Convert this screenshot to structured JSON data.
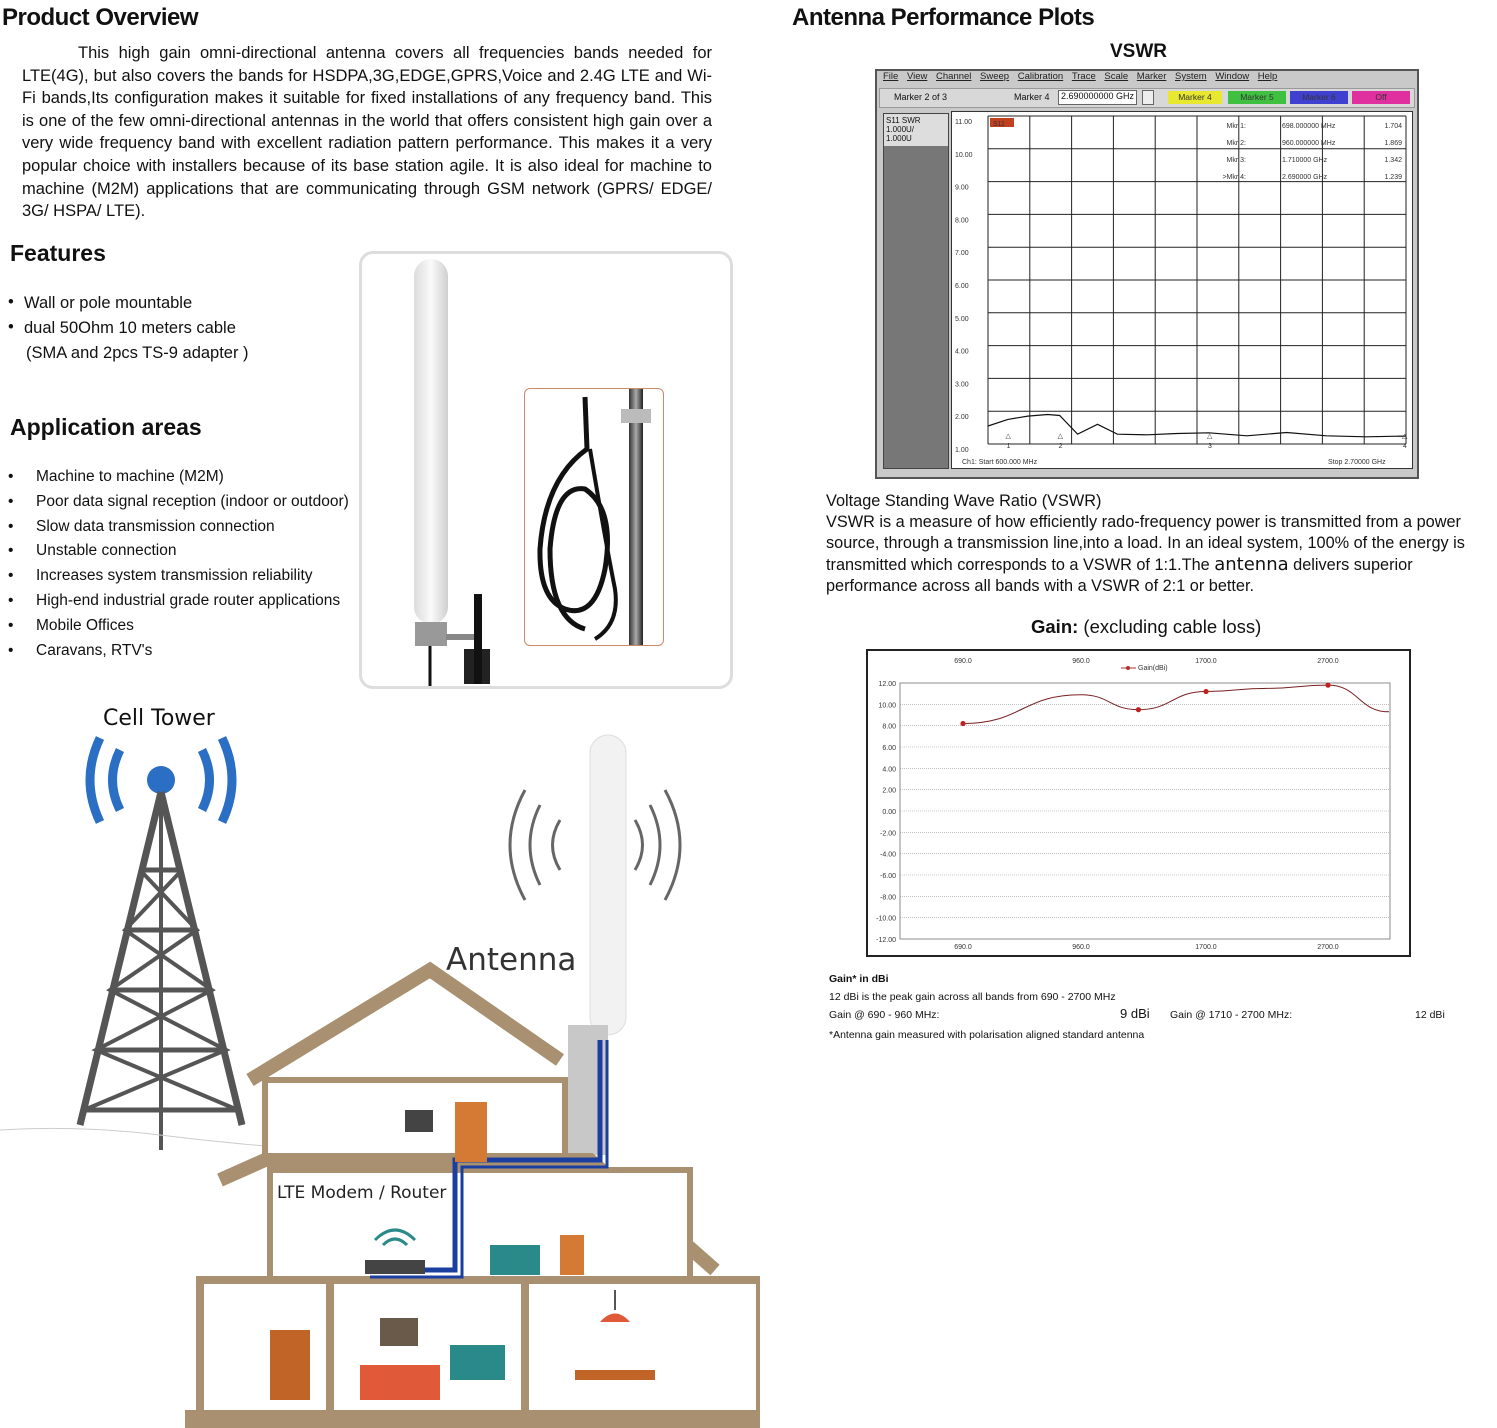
{
  "left": {
    "title": "Product Overview",
    "overview": "This high gain omni-directional antenna covers all  frequencies bands needed for LTE(4G), but also covers the bands for HSDPA,3G,EDGE,GPRS,Voice and 2.4G LTE and Wi-Fi bands,Its configuration makes it suitable for fixed installations of any frequency band. This is one of the few omni-directional antennas in the world that offers consistent high gain over a very wide frequency band with excellent radiation pattern performance. This makes it a very popular choice with installers because of its base station agile. It is also ideal for machine to machine (M2M) applications that are communicating through GSM network (GPRS/ EDGE/ 3G/ HSPA/ LTE).",
    "features_title": "Features",
    "features": [
      "Wall or pole mountable",
      "dual 50Ohm 10 meters  cable",
      "(SMA and 2pcs TS-9 adapter )"
    ],
    "apps_title": "Application areas",
    "apps": [
      "Machine to machine (M2M)",
      "Poor data signal reception (indoor or outdoor)",
      "Slow data transmission connection",
      "Unstable connection",
      "Increases system transmission reliability",
      "High-end industrial grade router applications",
      "Mobile Offices",
      "Caravans, RTV's"
    ],
    "cell_tower_label": "Cell Tower",
    "antenna_label": "Antenna",
    "modem_label": "LTE Modem  /  Router"
  },
  "right": {
    "title": "Antenna Performance Plots",
    "vswr_label": "VSWR",
    "analyzer": {
      "menu": [
        "File",
        "View",
        "Channel",
        "Sweep",
        "Calibration",
        "Trace",
        "Scale",
        "Marker",
        "System",
        "Window",
        "Help"
      ],
      "marker_text": "Marker 2 of 3",
      "marker4_label": "Marker 4",
      "marker4_value": "2.690000000 GHz",
      "marker_buttons": [
        "Marker 4",
        "Marker 5",
        "Marker 6",
        "Off"
      ],
      "marker_button_colors": [
        "#e8e830",
        "#40c040",
        "#4040d0",
        "#e030a0"
      ],
      "side_label": "S11 SWR\n1.000U/\n1.000U",
      "y_ticks": [
        "11.00",
        "10.00",
        "9.00",
        "8.00",
        "7.00",
        "6.00",
        "5.00",
        "4.00",
        "3.00",
        "2.00",
        "1.00"
      ],
      "trace_tag": "S11",
      "markers": [
        {
          "name": "Mkr  1:",
          "freq": "698.000000 MHz",
          "val": "1.704"
        },
        {
          "name": "Mkr  2:",
          "freq": "960.000000 MHz",
          "val": "1.869"
        },
        {
          "name": "Mkr  3:",
          "freq": "1.710000 GHz",
          "val": "1.342"
        },
        {
          "name": ">Mkr  4:",
          "freq": "2.690000 GHz",
          "val": "1.239"
        }
      ],
      "start": "Ch1: Start  600.000 MHz",
      "stop": "Stop  2.70000 GHz"
    },
    "vswr_desc_title": "Voltage Standing Wave Ratio (VSWR)",
    "vswr_desc_1": "VSWR is a measure of how efficiently rado-frequency power is transmitted from a power source, through a transmission line,into a load. In an ideal system, 100% of the energy is transmitted which corresponds to a VSWR of 1:1.The ",
    "vswr_desc_word": "antenna",
    "vswr_desc_2": " delivers superior performance across all bands with a VSWR of 2:1 or better.",
    "gain_title_bold": "Gain:",
    "gain_title_rest": " (excluding cable loss)",
    "gain_notes": {
      "title": "Gain* in dBi",
      "peak": "12 dBi is the peak gain across all bands from 690 - 2700 MHz",
      "low_label": "Gain @ 690 - 960 MHz:",
      "low_value": "9 dBi",
      "high_label": "Gain @ 1710 - 2700 MHz:",
      "high_value": "12 dBi",
      "footnote": "*Antenna gain measured with polarisation aligned standard  antenna"
    }
  },
  "chart_data": [
    {
      "type": "line",
      "title": "",
      "series": [
        {
          "name": "",
          "x": [
            600,
            700,
            800,
            900,
            960,
            1050,
            1150,
            1250,
            1400,
            1550,
            1710,
            1900,
            2100,
            2300,
            2500,
            2690,
            2700
          ],
          "y": [
            1.55,
            1.75,
            1.85,
            1.9,
            1.87,
            1.3,
            1.6,
            1.3,
            1.28,
            1.32,
            1.34,
            1.25,
            1.35,
            1.25,
            1.22,
            1.24,
            1.24
          ]
        }
      ],
      "xlim": [
        600,
        2700
      ],
      "ylim": [
        1,
        11
      ],
      "y_ticks": [
        11,
        10,
        9,
        8,
        7,
        6,
        5,
        4,
        3,
        2,
        1
      ]
    },
    {
      "type": "line",
      "title": "",
      "legend": [
        "Gain(dBi)"
      ],
      "x_tick_labels": [
        "690.0",
        "960.0",
        "1700.0",
        "2700.0"
      ],
      "y_tick_labels": [
        "12.00",
        "10.00",
        "8.00",
        "6.00",
        "4.00",
        "2.00",
        "0.00",
        "-2.00",
        "-4.00",
        "-6.00",
        "-8.00",
        "-10.00",
        "-12.00"
      ],
      "ylim": [
        -12,
        12
      ],
      "series": [
        {
          "name": "Gain(dBi)",
          "x": [
            690,
            960,
            1300,
            1700,
            2200,
            2700,
            3200
          ],
          "y": [
            8.2,
            10.9,
            9.5,
            11.2,
            11.5,
            11.8,
            9.3
          ]
        }
      ],
      "marker_points": [
        {
          "x": 690,
          "y": 8.2
        },
        {
          "x": 1300,
          "y": 9.5
        },
        {
          "x": 1700,
          "y": 11.2
        },
        {
          "x": 2700,
          "y": 11.8
        }
      ]
    }
  ]
}
